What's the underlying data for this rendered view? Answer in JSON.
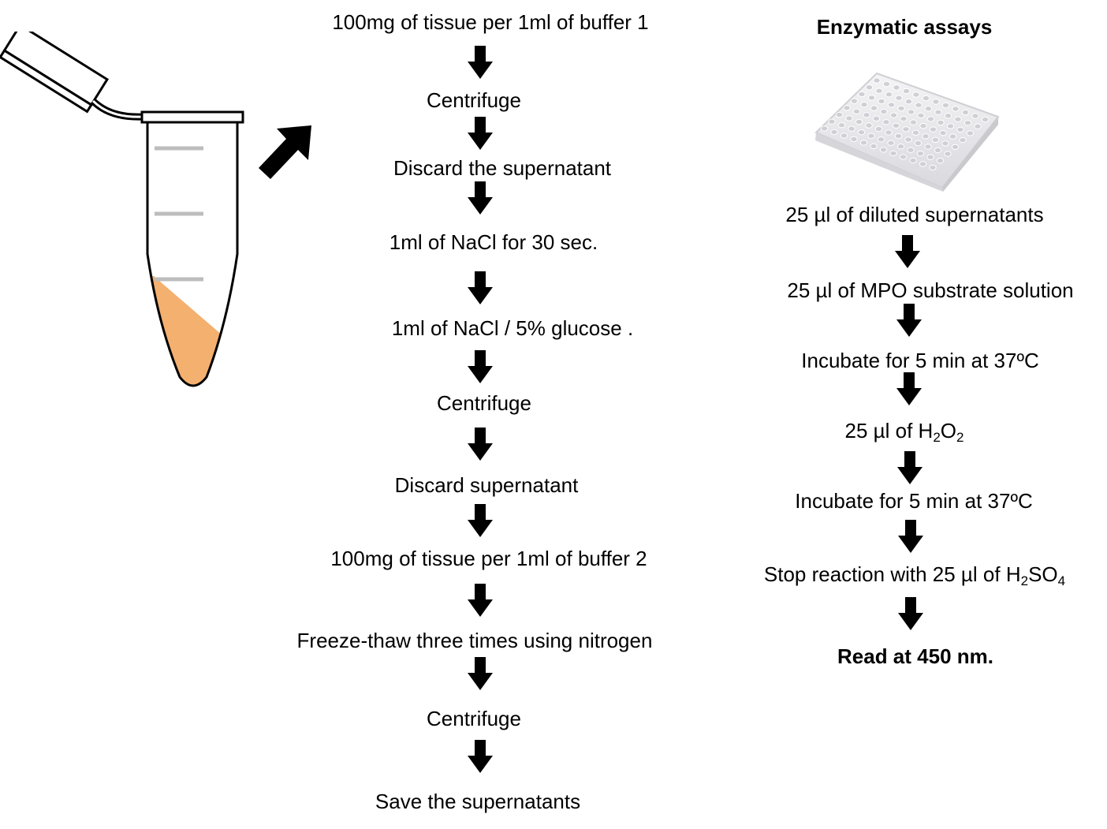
{
  "left_steps": [
    "100mg of tissue per 1ml of buffer 1",
    "Centrifuge",
    "Discard the supernatant",
    "1ml of NaCl for 30 sec.",
    "1ml of NaCl / 5% glucose .",
    "Centrifuge",
    "Discard supernatant",
    "100mg of tissue per 1ml of buffer 2",
    "Freeze-thaw three times using nitrogen",
    "Centrifuge",
    "Save the supernatants"
  ],
  "right": {
    "title": "Enzymatic assays",
    "steps": [
      "25 µl of diluted supernatants",
      "25 µl of MPO substrate solution",
      "Incubate for 5 min at 37ºC",
      {
        "prefix": "25 µl of H",
        "sub1": "2",
        "mid": "O",
        "sub2": "2",
        "suffix": ""
      },
      "Incubate for 5 min at 37ºC",
      {
        "prefix": "Stop reaction with 25 µl of H",
        "sub1": "2",
        "mid": "SO",
        "sub2": "4",
        "suffix": ""
      },
      "Read at 450 nm."
    ]
  },
  "colors": {
    "sample_fill": "#F4B06F",
    "tube_mark": "#BDBDBD",
    "plate": "#E9E9EC",
    "arrow": "#000000"
  },
  "icons": [
    "microcentrifuge-tube-icon",
    "arrow-up-right-icon",
    "well-plate-icon",
    "arrow-down-icon"
  ]
}
